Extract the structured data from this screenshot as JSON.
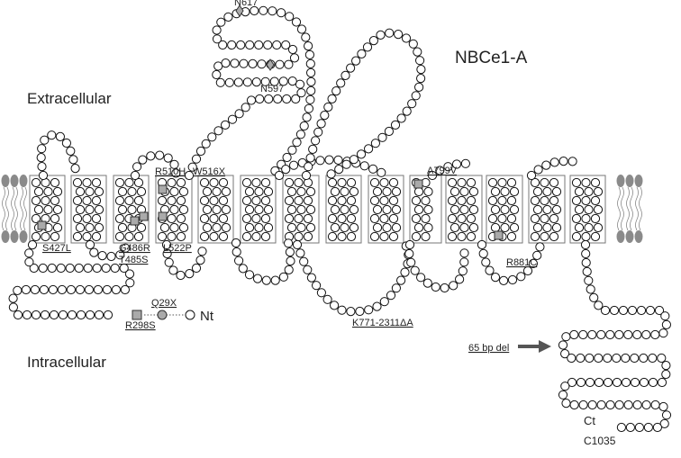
{
  "title": "NBCe1-A",
  "regions": {
    "extracellular": "Extracellular",
    "intracellular": "Intracellular"
  },
  "glycosylation_sites": [
    "N617",
    "N597"
  ],
  "mutations": {
    "s427l": "S427L",
    "r510h": "R510H",
    "w516x": "W516X",
    "g486r": "G486R",
    "t485s": "T485S",
    "l522p": "L522P",
    "a799v": "A799V",
    "r881c": "R881C",
    "k771": "K771-2311ΔA",
    "q29x": "Q29X",
    "r298s": "R298S"
  },
  "termini": {
    "n": "Nt",
    "c": "Ct",
    "c_label": "C1035"
  },
  "deletion_label": "65 bp del",
  "colors": {
    "bead_stroke": "#111111",
    "mutant_fill": "#aaaaaa",
    "lipid": "#8a8a8a",
    "box": "#777777"
  }
}
